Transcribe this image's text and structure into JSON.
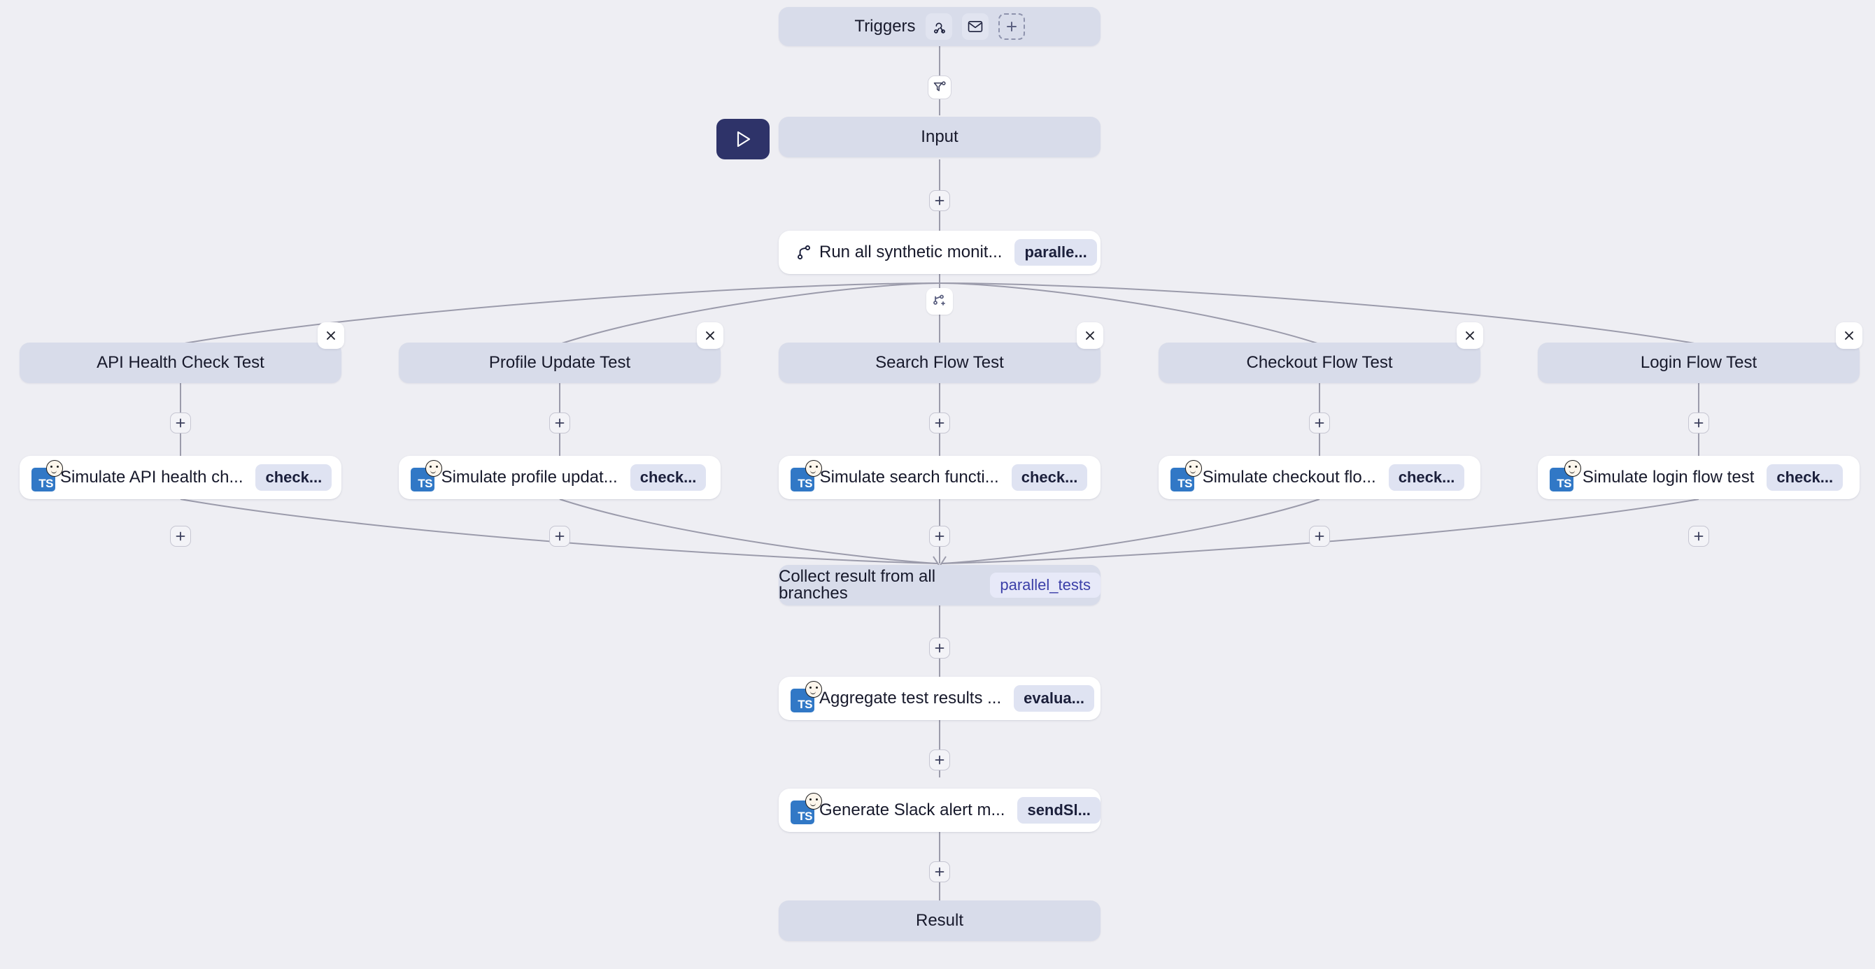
{
  "canvas": {
    "background": "#eeeef3",
    "edge_color": "#9b9bab",
    "node_fill": "#d8dcea",
    "card_fill": "#ffffff",
    "accent_navy": "#2e3369",
    "badge_soft_text": "#3b3fa8",
    "ts_blue": "#3178c6"
  },
  "triggers": {
    "label": "Triggers",
    "icons": [
      "webhook-icon",
      "email-icon"
    ],
    "add_label": "+"
  },
  "run_button": {
    "icon": "play-icon"
  },
  "filter_button": {
    "icon": "filter-settings-icon"
  },
  "branch_split_button": {
    "icon": "branch-plus-icon"
  },
  "nodes": {
    "input": {
      "label": "Input"
    },
    "run_all": {
      "label": "Run all synthetic monit...",
      "badge": "paralle...",
      "icon": "branch-icon"
    },
    "collect": {
      "label": "Collect result from all branches",
      "badge": "parallel_tests"
    },
    "aggregate": {
      "label": "Aggregate test results ...",
      "badge": "evalua...",
      "icon": "typescript-icon"
    },
    "slack": {
      "label": "Generate Slack alert m...",
      "badge": "sendSl...",
      "icon": "typescript-icon"
    },
    "result": {
      "label": "Result"
    }
  },
  "branches": [
    {
      "header": "API Health Check Test",
      "step": {
        "title": "Simulate API health ch...",
        "badge": "check...",
        "icon": "typescript-icon"
      },
      "close_label": "×",
      "add_label": "+"
    },
    {
      "header": "Profile Update Test",
      "step": {
        "title": "Simulate profile updat...",
        "badge": "check...",
        "icon": "typescript-icon"
      },
      "close_label": "×",
      "add_label": "+"
    },
    {
      "header": "Search Flow Test",
      "step": {
        "title": "Simulate search functi...",
        "badge": "check...",
        "icon": "typescript-icon"
      },
      "close_label": "×",
      "add_label": "+"
    },
    {
      "header": "Checkout Flow Test",
      "step": {
        "title": "Simulate checkout flo...",
        "badge": "check...",
        "icon": "typescript-icon"
      },
      "close_label": "×",
      "add_label": "+"
    },
    {
      "header": "Login Flow Test",
      "step": {
        "title": "Simulate login flow test",
        "badge": "check...",
        "icon": "typescript-icon"
      },
      "close_label": "×",
      "add_label": "+"
    }
  ],
  "connector_plus_label": "+"
}
